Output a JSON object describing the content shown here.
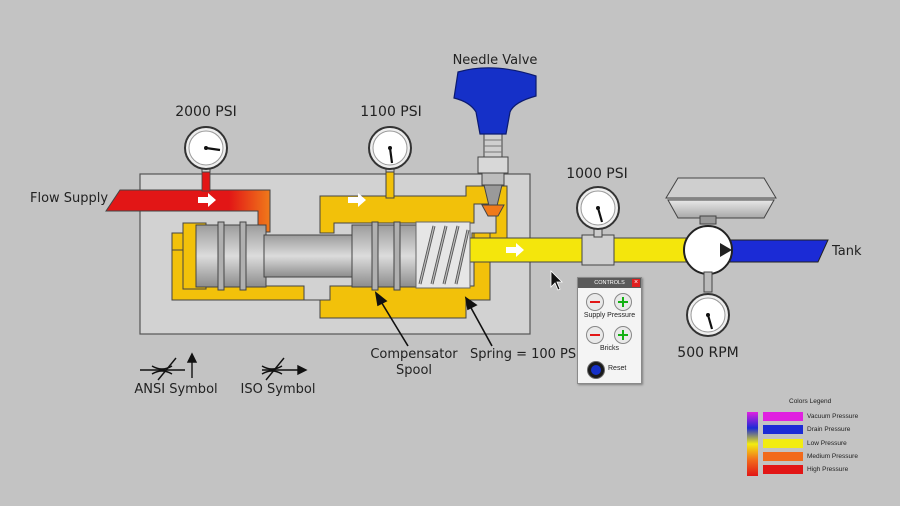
{
  "labels": {
    "flow_supply": "Flow Supply",
    "tank": "Tank",
    "needle_valve": "Needle Valve",
    "gauge_supply": "2000 PSI",
    "gauge_comp": "1100 PSI",
    "gauge_out": "1000 PSI",
    "rpm": "500 RPM",
    "compensator_line1": "Compensator",
    "compensator_line2": "Spool",
    "spring": "Spring = 100 PSI",
    "ansi": "ANSI Symbol",
    "iso": "ISO Symbol"
  },
  "controls": {
    "title": "CONTROLS",
    "close_symbol": "×",
    "supply_label": "Supply Pressure",
    "bricks_label": "Bricks",
    "reset_label": "Reset"
  },
  "legend": {
    "title": "Colors Legend",
    "items": [
      {
        "label": "Vacuum Pressure",
        "color": "#e020e0"
      },
      {
        "label": "Drain Pressure",
        "color": "#1b2bd6"
      },
      {
        "label": "Low Pressure",
        "color": "#f2ec10"
      },
      {
        "label": "Medium Pressure",
        "color": "#f26a1b"
      },
      {
        "label": "High Pressure",
        "color": "#e21616"
      }
    ]
  },
  "colors": {
    "high": "#e21616",
    "medium": "#f07a1a",
    "low": "#f4e60c",
    "comp": "#f2c10a",
    "drain": "#1b2bd6",
    "valve_handle": "#1530c8",
    "body": "#d2d2d2",
    "background": "#c3c3c3"
  },
  "icons": [
    "cursor-arrow-icon",
    "minus-icon",
    "plus-icon",
    "reset-icon",
    "close-icon",
    "flow-arrow-icon"
  ]
}
